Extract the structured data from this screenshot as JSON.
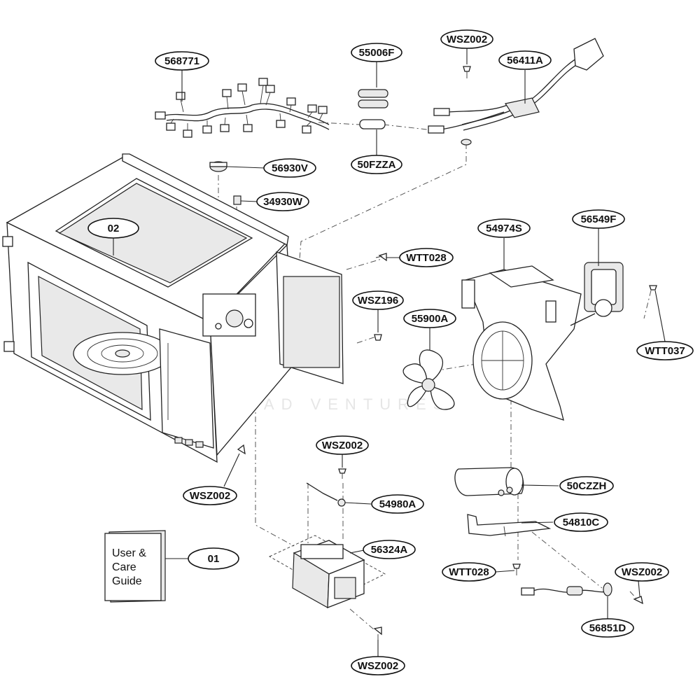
{
  "diagram": {
    "watermark": "LEAD VENTURES",
    "manual": {
      "lines": [
        "User &",
        "Care",
        "Guide"
      ]
    },
    "labels": {
      "l568771": "568771",
      "l55006F": "55006F",
      "lWSZ002_top": "WSZ002",
      "l56411A": "56411A",
      "l56930V": "56930V",
      "l50FZZA": "50FZZA",
      "l34930W": "34930W",
      "l02": "02",
      "l54974S": "54974S",
      "l56549F": "56549F",
      "lWTT028_top": "WTT028",
      "lWSZ196": "WSZ196",
      "l55900A": "55900A",
      "lWTT037": "WTT037",
      "lWSZ002_mid": "WSZ002",
      "l54980A": "54980A",
      "lWSZ002_left": "WSZ002",
      "l50CZZH": "50CZZH",
      "l54810C": "54810C",
      "l56324A": "56324A",
      "l01": "01",
      "lWTT028_bot": "WTT028",
      "lWSZ002_right": "WSZ002",
      "l56851D": "56851D",
      "lWSZ002_bot": "WSZ002"
    }
  }
}
